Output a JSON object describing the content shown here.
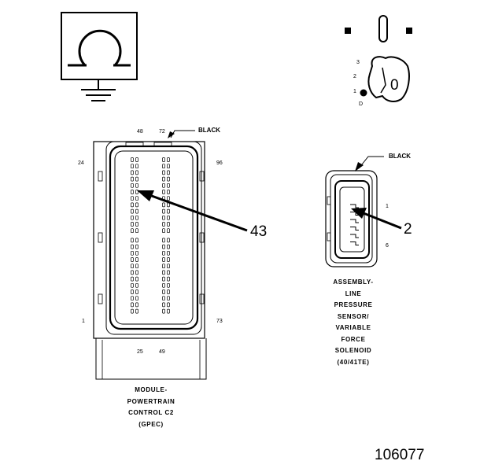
{
  "symbols": {
    "ground_icon": "omega-ground-icon",
    "key_icon": "ignition-key-icon",
    "key_positions": [
      "3",
      "2",
      "1",
      "D"
    ],
    "key_label": "0"
  },
  "pcm_connector": {
    "color_label": "BLACK",
    "pins": {
      "top_left": "48",
      "top_right": "72",
      "left_top": "24",
      "right_top": "96",
      "left_bottom": "1",
      "right_bottom": "73",
      "bottom_left": "25",
      "bottom_right": "49"
    },
    "callout": "43",
    "caption_lines": [
      "MODULE-",
      "POWERTRAIN",
      "CONTROL C2",
      "(GPEC)"
    ]
  },
  "solenoid_connector": {
    "color_label": "BLACK",
    "pins": {
      "top": "1",
      "bottom": "6"
    },
    "callout": "2",
    "caption_lines": [
      "ASSEMBLY-",
      "LINE",
      "PRESSURE",
      "SENSOR/",
      "VARIABLE",
      "FORCE",
      "SOLENOID",
      "(40/41TE)"
    ]
  },
  "figure_number": "106077"
}
